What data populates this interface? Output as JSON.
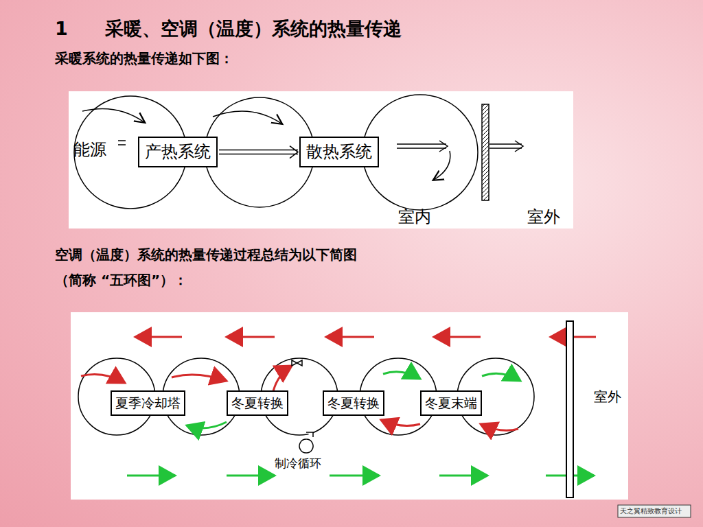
{
  "diagram": {
    "title": "1　　采暖、空调（温度）系统的热量传递",
    "nodes": [
      {
        "text": [
          "产热系统"
        ]
      },
      {
        "text": [
          "散热系统"
        ]
      },
      {
        "text": [
          "夏季冷却塔"
        ]
      },
      {
        "text": [
          "冬夏转换"
        ]
      },
      {
        "text": [
          "冬夏转换"
        ]
      },
      {
        "text": [
          "冬夏末端"
        ]
      }
    ],
    "edges": [
      {
        "from": 0,
        "to": 1,
        "arrow": "to"
      }
    ],
    "labels": [
      "采暖系统的热量传递如下图：",
      "能源",
      "室内",
      "室外",
      "空调（温度）系统的热量传递过程总结为以下简图",
      "（简称 “五环图”）：",
      "室外",
      "制冷循环",
      "天之翼精致教育设计"
    ]
  }
}
